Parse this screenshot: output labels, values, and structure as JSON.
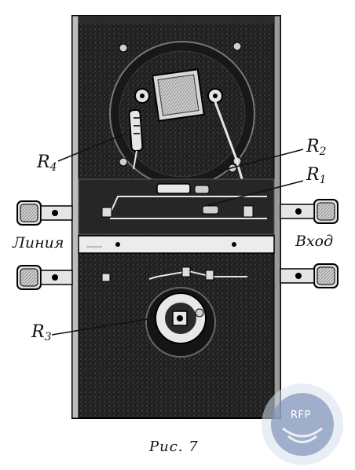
{
  "labels": {
    "r4": {
      "letter": "R",
      "index": "4"
    },
    "r2": {
      "letter": "R",
      "index": "2"
    },
    "r1": {
      "letter": "R",
      "index": "1"
    },
    "r3": {
      "letter": "R",
      "index": "3"
    },
    "line": "Линия",
    "input": "Вход"
  },
  "caption": "Рис. 7",
  "watermark": "RFP",
  "colors": {
    "ink": "#111111",
    "panel": "#1c1c1c",
    "plate": "#e9e9e9",
    "watermark": "#7f93b8"
  },
  "icons": [
    "bnc-connector-icon",
    "resistor-icon",
    "potentiometer-icon",
    "transformer-icon"
  ]
}
